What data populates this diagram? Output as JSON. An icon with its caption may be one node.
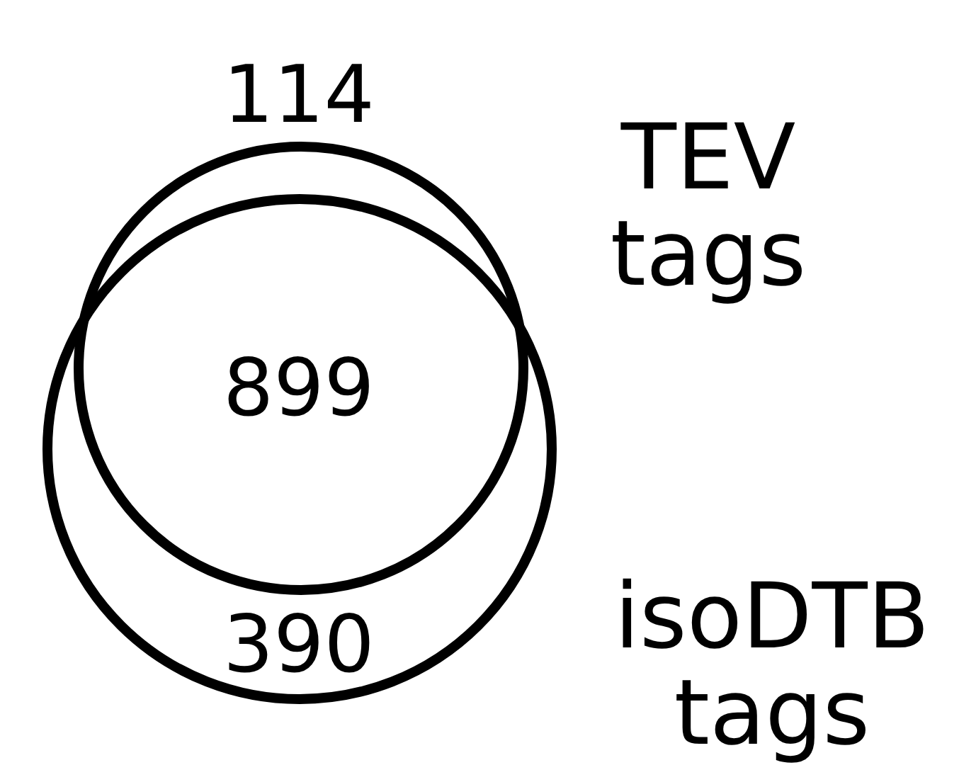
{
  "diagram": {
    "nodes": [
      {
        "text": [],
        "shape": "circle",
        "beside": [
          "TEV tags"
        ]
      },
      {
        "text": [],
        "shape": "circle",
        "beside": [
          "isoDTB tags"
        ]
      }
    ],
    "labels": [
      "114",
      "899",
      "390"
    ]
  }
}
